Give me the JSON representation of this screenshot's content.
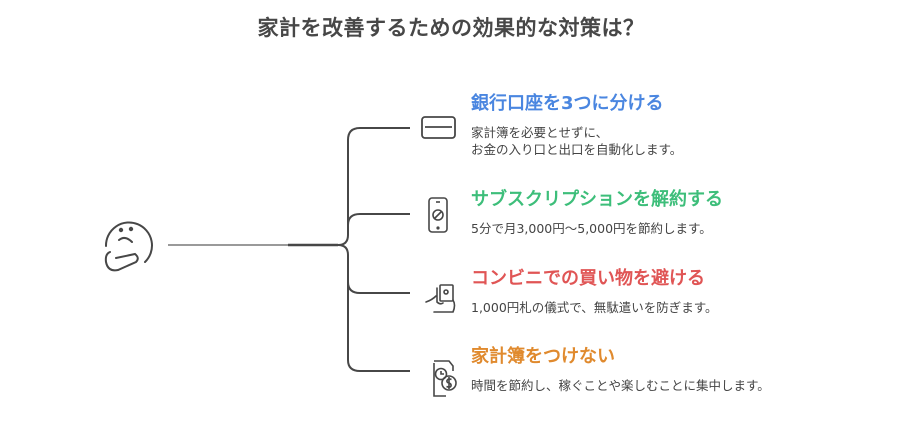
{
  "title": "家計を改善するための効果的な対策は？",
  "center_icon": "thinking-face-icon",
  "items": [
    {
      "heading": "銀行口座を3つに分ける",
      "desc_lines": [
        "家計簿を必要とせずに、",
        "お金の入り口と出口を自動化します。"
      ],
      "color": "#4A86E0",
      "icon": "bank-card-icon"
    },
    {
      "heading": "サブスクリプションを解約する",
      "desc_lines": [
        "5分で月3,000円〜5,000円を節約します。"
      ],
      "color": "#3DBE7A",
      "icon": "phone-cancel-icon"
    },
    {
      "heading": "コンビニでの買い物を避ける",
      "desc_lines": [
        "1,000円札の儀式で、無駄遣いを防ぎます。"
      ],
      "color": "#E05555",
      "icon": "hand-cash-icon"
    },
    {
      "heading": "家計簿をつけない",
      "desc_lines": [
        "時間を節約し、稼ぐことや楽しむことに集中します。"
      ],
      "color": "#E08A2E",
      "icon": "time-money-icon"
    }
  ]
}
